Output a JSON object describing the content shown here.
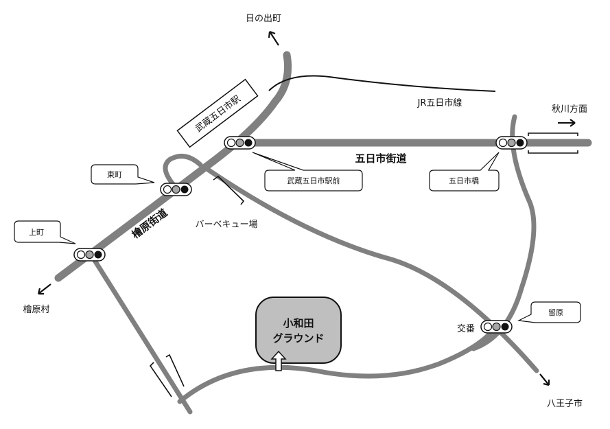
{
  "destinations": {
    "hinodemachi": "日の出町",
    "akikawa": "秋川方面",
    "hinoharamura": "檜原村",
    "hachioji": "八王子市"
  },
  "railway": {
    "line_name": "JR五日市線",
    "station_name": "武蔵五日市駅"
  },
  "roads": {
    "itsukaichi_kaido": "五日市街道",
    "hinohara_kaido": "檜原街道"
  },
  "intersections": {
    "kamimachi": "上町",
    "higashimachi": "東町",
    "station_front": "武蔵五日市駅前",
    "itsukaichi_bashi": "五日市橋",
    "tomehara": "留原"
  },
  "landmarks": {
    "bbq": "バーベキュー場",
    "koban": "交番",
    "ground_line1": "小和田",
    "ground_line2": "グラウンド"
  },
  "colors": {
    "road": "#808080",
    "ground_fill": "#bfbfbf",
    "signal_dark": "#111111",
    "signal_gray": "#a6a6a6"
  }
}
